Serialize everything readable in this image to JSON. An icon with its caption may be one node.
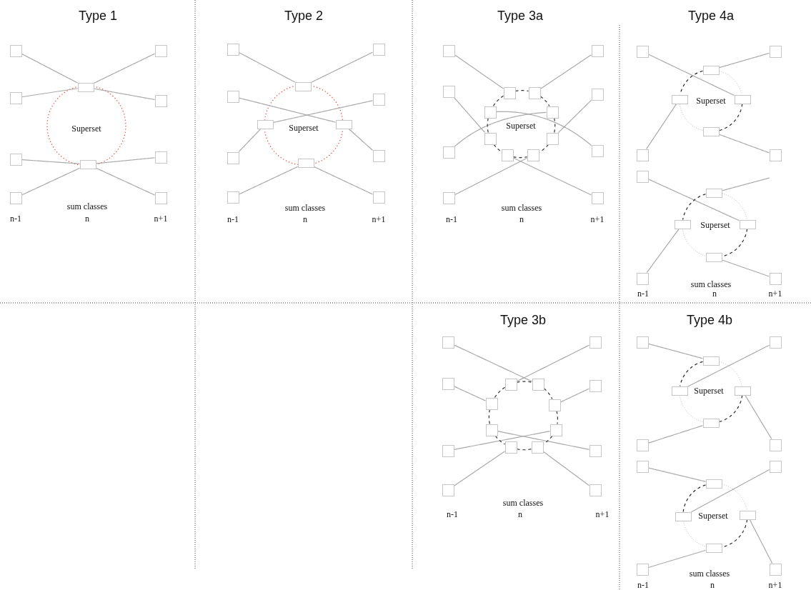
{
  "diagram": {
    "nodes": [
      {
        "text": [
          "Superset"
        ]
      },
      {
        "text": [],
        "shape": "box"
      },
      {
        "text": [],
        "shape": "box"
      },
      {
        "text": [],
        "shape": "box"
      },
      {
        "text": [],
        "shape": "box"
      },
      {
        "text": [],
        "shape": "box"
      },
      {
        "text": [],
        "shape": "box"
      },
      {
        "text": [],
        "shape": "box"
      },
      {
        "text": [],
        "shape": "box"
      },
      {
        "text": [],
        "shape": "box"
      },
      {
        "text": [],
        "shape": "box"
      },
      {
        "text": [
          "Superset"
        ]
      },
      {
        "text": [],
        "shape": "box"
      },
      {
        "text": [],
        "shape": "box"
      },
      {
        "text": [],
        "shape": "box"
      },
      {
        "text": [],
        "shape": "box"
      },
      {
        "text": [],
        "shape": "box"
      },
      {
        "text": [],
        "shape": "box"
      },
      {
        "text": [],
        "shape": "box"
      },
      {
        "text": [],
        "shape": "box"
      },
      {
        "text": [],
        "shape": "box"
      },
      {
        "text": [],
        "shape": "box"
      },
      {
        "text": [],
        "shape": "box"
      },
      {
        "text": [],
        "shape": "box"
      },
      {
        "text": [],
        "shape": "box"
      },
      {
        "text": [],
        "shape": "box"
      },
      {
        "text": [],
        "shape": "box"
      },
      {
        "text": [],
        "shape": "box"
      },
      {
        "text": [],
        "shape": "box"
      },
      {
        "text": [],
        "shape": "box"
      },
      {
        "text": [],
        "shape": "box"
      },
      {
        "text": [],
        "shape": "box"
      },
      {
        "text": [],
        "shape": "box"
      },
      {
        "text": [],
        "shape": "box"
      },
      {
        "text": [],
        "shape": "box"
      },
      {
        "text": [],
        "shape": "box"
      },
      {
        "text": [],
        "shape": "box"
      },
      {
        "text": [],
        "shape": "box"
      },
      {
        "text": [],
        "shape": "box"
      },
      {
        "text": [],
        "shape": "box"
      },
      {
        "text": [],
        "shape": "box"
      },
      {
        "text": [],
        "shape": "box"
      },
      {
        "text": [],
        "shape": "box"
      },
      {
        "text": [],
        "shape": "box"
      },
      {
        "text": [],
        "shape": "box"
      },
      {
        "text": [],
        "shape": "box"
      },
      {
        "text": [],
        "shape": "box"
      },
      {
        "text": [],
        "shape": "box"
      },
      {
        "text": [],
        "shape": "box"
      },
      {
        "text": [],
        "shape": "box"
      },
      {
        "text": [],
        "shape": "box"
      },
      {
        "text": [],
        "shape": "box"
      },
      {
        "text": [],
        "shape": "box"
      },
      {
        "text": [],
        "shape": "box"
      },
      {
        "text": [],
        "shape": "box"
      },
      {
        "text": [],
        "shape": "box"
      },
      {
        "text": [],
        "shape": "box"
      },
      {
        "text": [],
        "shape": "box"
      },
      {
        "text": [],
        "shape": "box"
      },
      {
        "text": [],
        "shape": "box"
      },
      {
        "text": [],
        "shape": "box"
      },
      {
        "text": [],
        "shape": "box"
      },
      {
        "text": [],
        "shape": "box"
      },
      {
        "text": [],
        "shape": "box"
      },
      {
        "text": [],
        "shape": "box"
      },
      {
        "text": [],
        "shape": "box"
      },
      {
        "text": [],
        "shape": "box"
      },
      {
        "text": [],
        "shape": "box"
      },
      {
        "text": [],
        "shape": "box"
      },
      {
        "text": [],
        "shape": "box"
      },
      {
        "text": [],
        "shape": "box"
      },
      {
        "text": [],
        "shape": "box"
      },
      {
        "text": [],
        "shape": "box"
      },
      {
        "text": [],
        "shape": "box"
      },
      {
        "text": [],
        "shape": "box"
      },
      {
        "text": [],
        "shape": "box"
      },
      {
        "text": [],
        "shape": "box"
      },
      {
        "text": [],
        "shape": "box"
      },
      {
        "text": [],
        "shape": "box"
      },
      {
        "text": [],
        "shape": "box"
      },
      {
        "text": [],
        "shape": "box"
      },
      {
        "text": [],
        "shape": "box"
      },
      {
        "text": [],
        "shape": "box"
      },
      {
        "text": [],
        "shape": "box"
      },
      {
        "text": [],
        "shape": "box"
      },
      {
        "text": [],
        "shape": "box"
      },
      {
        "text": [],
        "shape": "box"
      }
    ],
    "edges": [
      {
        "from": 1,
        "to": 3,
        "arrow": "none"
      },
      {
        "from": 3,
        "to": 2,
        "arrow": "none"
      },
      {
        "from": 4,
        "to": 3,
        "arrow": "none"
      },
      {
        "from": 3,
        "to": 5,
        "arrow": "none"
      },
      {
        "from": 6,
        "to": 8,
        "arrow": "none"
      },
      {
        "from": 8,
        "to": 7,
        "arrow": "none"
      },
      {
        "from": 9,
        "to": 8,
        "arrow": "none"
      },
      {
        "from": 8,
        "to": 10,
        "arrow": "none"
      },
      {
        "from": 12,
        "to": 14,
        "arrow": "none"
      },
      {
        "from": 14,
        "to": 13,
        "arrow": "none"
      },
      {
        "from": 15,
        "to": 18,
        "arrow": "none"
      },
      {
        "from": 17,
        "to": 16,
        "arrow": "none"
      },
      {
        "from": 19,
        "to": 17,
        "arrow": "none"
      },
      {
        "from": 18,
        "to": 20,
        "arrow": "none"
      },
      {
        "from": 22,
        "to": 21,
        "arrow": "none"
      },
      {
        "from": 21,
        "to": 23,
        "arrow": "none"
      },
      {
        "from": 24,
        "to": 27,
        "arrow": "none"
      },
      {
        "from": 28,
        "to": 25,
        "arrow": "none"
      },
      {
        "from": 26,
        "to": 32,
        "arrow": "none"
      },
      {
        "from": 30,
        "to": 34,
        "arrow": "none"
      },
      {
        "from": 35,
        "to": 31,
        "arrow": "none"
      },
      {
        "from": 33,
        "to": 29,
        "arrow": "none"
      },
      {
        "from": 38,
        "to": 37,
        "arrow": "none"
      },
      {
        "from": 36,
        "to": 39,
        "arrow": "none"
      },
      {
        "from": 27,
        "to": 28,
        "arrow": "none",
        "style": "dashed",
        "color": "#333333"
      },
      {
        "from": 27,
        "to": 30,
        "arrow": "none",
        "style": "dashed",
        "color": "#333333"
      },
      {
        "from": 28,
        "to": 31,
        "arrow": "none",
        "style": "dashed",
        "color": "#333333"
      },
      {
        "from": 30,
        "to": 32,
        "arrow": "none",
        "style": "dashed",
        "color": "#333333"
      },
      {
        "from": 31,
        "to": 33,
        "arrow": "none",
        "style": "dashed",
        "color": "#333333"
      },
      {
        "from": 32,
        "to": 36,
        "arrow": "none",
        "style": "dashed",
        "color": "#333333"
      },
      {
        "from": 33,
        "to": 37,
        "arrow": "none",
        "style": "dashed",
        "color": "#333333"
      },
      {
        "from": 36,
        "to": 37,
        "arrow": "none",
        "style": "dashed",
        "color": "#333333"
      },
      {
        "from": 40,
        "to": 44,
        "arrow": "none"
      },
      {
        "from": 42,
        "to": 41,
        "arrow": "none"
      },
      {
        "from": 46,
        "to": 43,
        "arrow": "none"
      },
      {
        "from": 45,
        "to": 47,
        "arrow": "none"
      },
      {
        "from": 42,
        "to": 43,
        "arrow": "none",
        "style": "dashed",
        "color": "#222222"
      },
      {
        "from": 44,
        "to": 45,
        "arrow": "none",
        "style": "dashed",
        "color": "#222222"
      },
      {
        "from": 42,
        "to": 44,
        "arrow": "none",
        "style": "dashed"
      },
      {
        "from": 43,
        "to": 45,
        "arrow": "none",
        "style": "dashed"
      },
      {
        "from": 48,
        "to": 51,
        "arrow": "none"
      },
      {
        "from": 49,
        "to": null,
        "arrow": "none"
      },
      {
        "from": 53,
        "to": 50,
        "arrow": "none"
      },
      {
        "from": 52,
        "to": 54,
        "arrow": "none"
      },
      {
        "from": 49,
        "to": 50,
        "arrow": "none",
        "style": "dashed",
        "color": "#222222"
      },
      {
        "from": 51,
        "to": 52,
        "arrow": "none",
        "style": "dashed",
        "color": "#222222"
      },
      {
        "from": 49,
        "to": 51,
        "arrow": "none",
        "style": "dashed"
      },
      {
        "from": 50,
        "to": 52,
        "arrow": "none",
        "style": "dashed"
      },
      {
        "from": 55,
        "to": 59,
        "arrow": "none"
      },
      {
        "from": 58,
        "to": 56,
        "arrow": "none"
      },
      {
        "from": 57,
        "to": 61,
        "arrow": "none"
      },
      {
        "from": 62,
        "to": 60,
        "arrow": "none"
      },
      {
        "from": 67,
        "to": 64,
        "arrow": "none"
      },
      {
        "from": 63,
        "to": 68,
        "arrow": "none"
      },
      {
        "from": 69,
        "to": 65,
        "arrow": "none"
      },
      {
        "from": 66,
        "to": 70,
        "arrow": "none"
      },
      {
        "from": 58,
        "to": 59,
        "arrow": "none",
        "style": "dashed",
        "color": "#333333"
      },
      {
        "from": 58,
        "to": 61,
        "arrow": "none",
        "style": "dashed",
        "color": "#333333"
      },
      {
        "from": 59,
        "to": 62,
        "arrow": "none",
        "style": "dashed",
        "color": "#333333"
      },
      {
        "from": 61,
        "to": 63,
        "arrow": "none",
        "style": "dashed",
        "color": "#333333"
      },
      {
        "from": 62,
        "to": 64,
        "arrow": "none",
        "style": "dashed",
        "color": "#333333"
      },
      {
        "from": 63,
        "to": 65,
        "arrow": "none",
        "style": "dashed",
        "color": "#333333"
      },
      {
        "from": 64,
        "to": 66,
        "arrow": "none",
        "style": "dashed",
        "color": "#333333"
      },
      {
        "from": 65,
        "to": 66,
        "arrow": "none",
        "style": "dashed",
        "color": "#333333"
      },
      {
        "from": 71,
        "to": 73,
        "arrow": "none"
      },
      {
        "from": 74,
        "to": 72,
        "arrow": "none"
      },
      {
        "from": 77,
        "to": 76,
        "arrow": "none"
      },
      {
        "from": 75,
        "to": 78,
        "arrow": "none"
      },
      {
        "from": 73,
        "to": 74,
        "arrow": "none",
        "style": "dashed",
        "color": "#222222"
      },
      {
        "from": 75,
        "to": 76,
        "arrow": "none",
        "style": "dashed",
        "color": "#222222"
      },
      {
        "from": 73,
        "to": 75,
        "arrow": "none",
        "style": "dashed"
      },
      {
        "from": 74,
        "to": 76,
        "arrow": "none",
        "style": "dashed"
      },
      {
        "from": 79,
        "to": 81,
        "arrow": "none"
      },
      {
        "from": 82,
        "to": 80,
        "arrow": "none"
      },
      {
        "from": 85,
        "to": 84,
        "arrow": "none"
      },
      {
        "from": 83,
        "to": 86,
        "arrow": "none"
      },
      {
        "from": 81,
        "to": 82,
        "arrow": "none",
        "style": "dashed",
        "color": "#222222"
      },
      {
        "from": 83,
        "to": 84,
        "arrow": "none",
        "style": "dashed",
        "color": "#222222"
      },
      {
        "from": 81,
        "to": 83,
        "arrow": "none",
        "style": "dashed"
      },
      {
        "from": 82,
        "to": 84,
        "arrow": "none",
        "style": "dashed"
      }
    ],
    "labels": [
      "Type 1",
      "sum classes",
      "n-1",
      "n",
      "n+1",
      "Type 2",
      "sum classes",
      "n-1",
      "n",
      "n+1",
      "Type 3a",
      "Superset",
      "sum classes",
      "n-1",
      "n",
      "n+1",
      "Type 4a",
      "Superset",
      "Superset",
      "sum classes",
      "n-1",
      "n",
      "n+1",
      "Type 3b",
      "sum classes",
      "n-1",
      "n",
      "n+1",
      "Type 4b",
      "Superset",
      "Superset",
      "sum classes",
      "n-1",
      "n",
      "n+1"
    ]
  }
}
